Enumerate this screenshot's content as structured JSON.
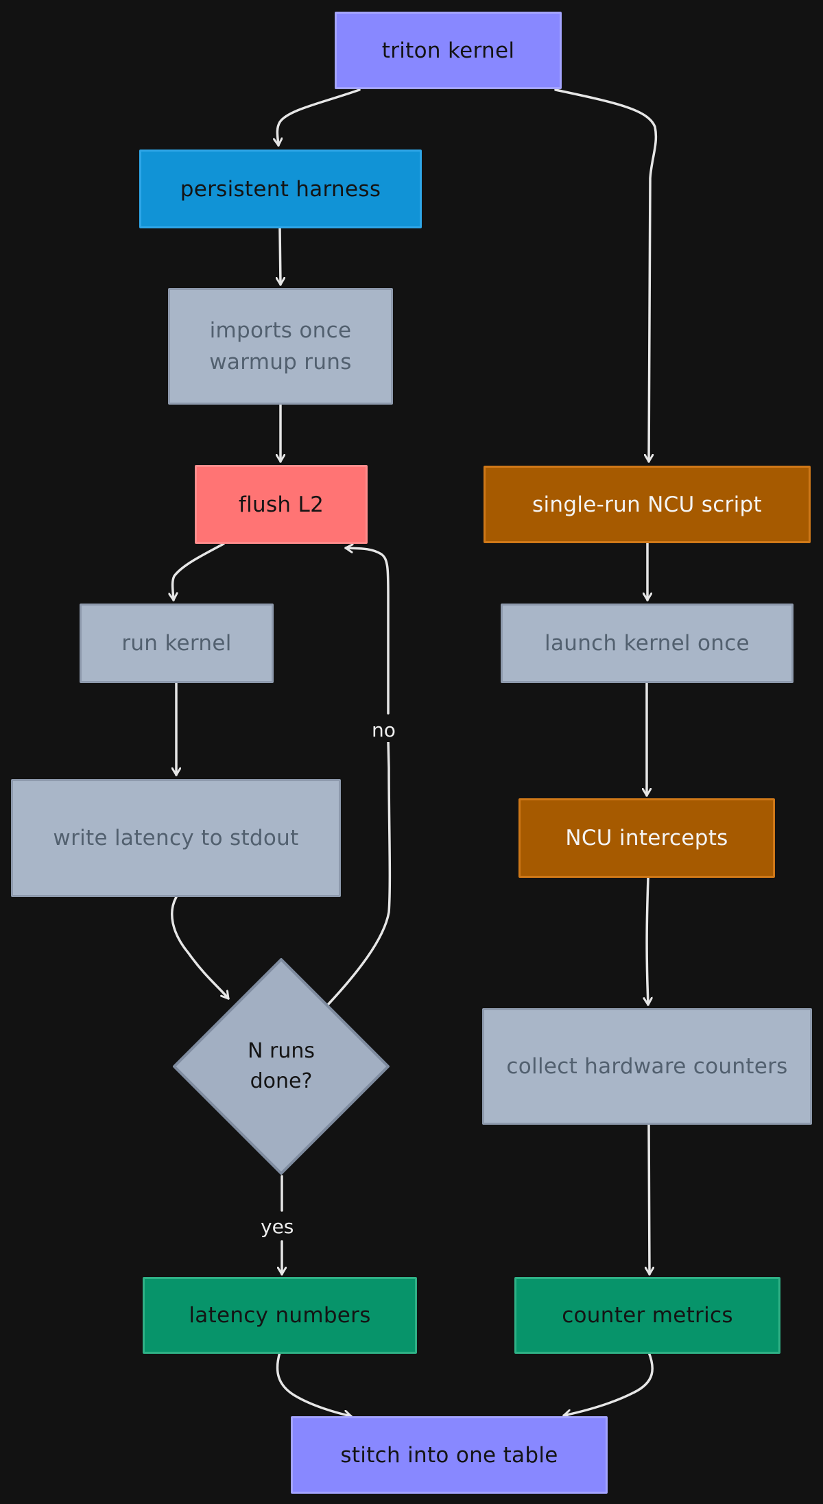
{
  "diagram": {
    "background": "#121212",
    "edge_color": "#e6e6e6",
    "nodes": {
      "triton_kernel": {
        "label": "triton kernel",
        "fill": "#8888ff"
      },
      "persistent_harness": {
        "label": "persistent harness",
        "fill": "#1193d6"
      },
      "imports_warmup": {
        "label": "imports once\nwarmup runs",
        "fill": "#a9b6c8"
      },
      "flush_l2": {
        "label": "flush L2",
        "fill": "#ff7474"
      },
      "run_kernel": {
        "label": "run kernel",
        "fill": "#a9b6c8"
      },
      "write_latency": {
        "label": "write latency to stdout",
        "fill": "#a9b6c8"
      },
      "n_runs_done": {
        "label": "N runs\ndone?",
        "fill": "#a2afc2",
        "shape": "diamond"
      },
      "latency_numbers": {
        "label": "latency numbers",
        "fill": "#07946a"
      },
      "single_run_ncu": {
        "label": "single-run NCU script",
        "fill": "#a65a00"
      },
      "launch_kernel_once": {
        "label": "launch kernel once",
        "fill": "#a9b6c8"
      },
      "ncu_intercepts": {
        "label": "NCU intercepts",
        "fill": "#a65a00"
      },
      "collect_counters": {
        "label": "collect hardware counters",
        "fill": "#a9b6c8"
      },
      "counter_metrics": {
        "label": "counter metrics",
        "fill": "#07946a"
      },
      "stitch_table": {
        "label": "stitch into one table",
        "fill": "#8888ff"
      }
    },
    "edges": [
      {
        "from": "triton_kernel",
        "to": "persistent_harness",
        "label": ""
      },
      {
        "from": "triton_kernel",
        "to": "single_run_ncu",
        "label": ""
      },
      {
        "from": "persistent_harness",
        "to": "imports_warmup",
        "label": ""
      },
      {
        "from": "imports_warmup",
        "to": "flush_l2",
        "label": ""
      },
      {
        "from": "flush_l2",
        "to": "run_kernel",
        "label": ""
      },
      {
        "from": "run_kernel",
        "to": "write_latency",
        "label": ""
      },
      {
        "from": "write_latency",
        "to": "n_runs_done",
        "label": ""
      },
      {
        "from": "n_runs_done",
        "to": "flush_l2",
        "label": "no"
      },
      {
        "from": "n_runs_done",
        "to": "latency_numbers",
        "label": "yes"
      },
      {
        "from": "single_run_ncu",
        "to": "launch_kernel_once",
        "label": ""
      },
      {
        "from": "launch_kernel_once",
        "to": "ncu_intercepts",
        "label": ""
      },
      {
        "from": "ncu_intercepts",
        "to": "collect_counters",
        "label": ""
      },
      {
        "from": "collect_counters",
        "to": "counter_metrics",
        "label": ""
      },
      {
        "from": "latency_numbers",
        "to": "stitch_table",
        "label": ""
      },
      {
        "from": "counter_metrics",
        "to": "stitch_table",
        "label": ""
      }
    ],
    "edge_labels": {
      "no": "no",
      "yes": "yes"
    }
  }
}
